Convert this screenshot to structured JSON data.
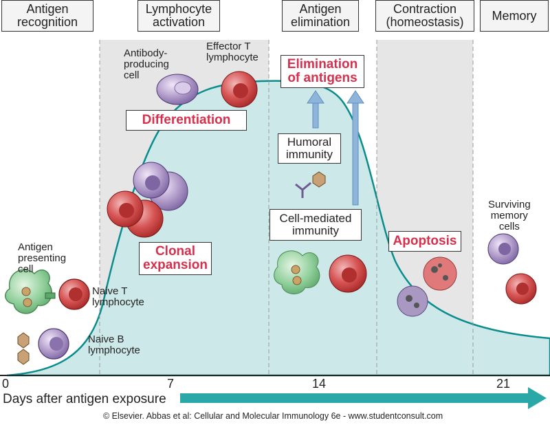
{
  "phases": [
    {
      "id": "antigen-recognition",
      "label": "Antigen\nrecognition"
    },
    {
      "id": "lymphocyte-activation",
      "label": "Lymphocyte\nactivation"
    },
    {
      "id": "antigen-elimination",
      "label": "Antigen\nelimination"
    },
    {
      "id": "contraction",
      "label": "Contraction\n(homeostasis)"
    },
    {
      "id": "memory",
      "label": "Memory"
    }
  ],
  "labels": {
    "antibody_producing_cell": "Antibody-\nproducing\ncell",
    "effector_t": "Effector T\nlymphocyte",
    "differentiation": "Differentiation",
    "elimination_of_antigens": "Elimination\nof antigens",
    "humoral_immunity": "Humoral\nimmunity",
    "cell_mediated_immunity": "Cell-mediated\nimmunity",
    "apoptosis": "Apoptosis",
    "clonal_expansion": "Clonal\nexpansion",
    "antigen_presenting_cell": "Antigen\npresenting\ncell",
    "naive_t": "Naive T\nlymphocyte",
    "naive_b": "Naive B\nlymphocyte",
    "surviving_memory": "Surviving\nmemory\ncells"
  },
  "axis": {
    "ticks": [
      "0",
      "7",
      "14",
      "21"
    ],
    "title": "Days after antigen exposure"
  },
  "copyright": "© Elsevier. Abbas et al: Cellular and Molecular Immunology 6e - www.studentconsult.com",
  "colors": {
    "curve_fill": "#cde8e8",
    "curve_stroke": "#0a8c8c",
    "band_gray": "#e6e6e6",
    "arrow_teal": "#2aa8a8",
    "red_text": "#d6304d",
    "t_cell": "#c73a3a",
    "b_cell": "#9a82b8",
    "apc": "#7cc48a",
    "elim_arrow": "#8fb4da"
  }
}
